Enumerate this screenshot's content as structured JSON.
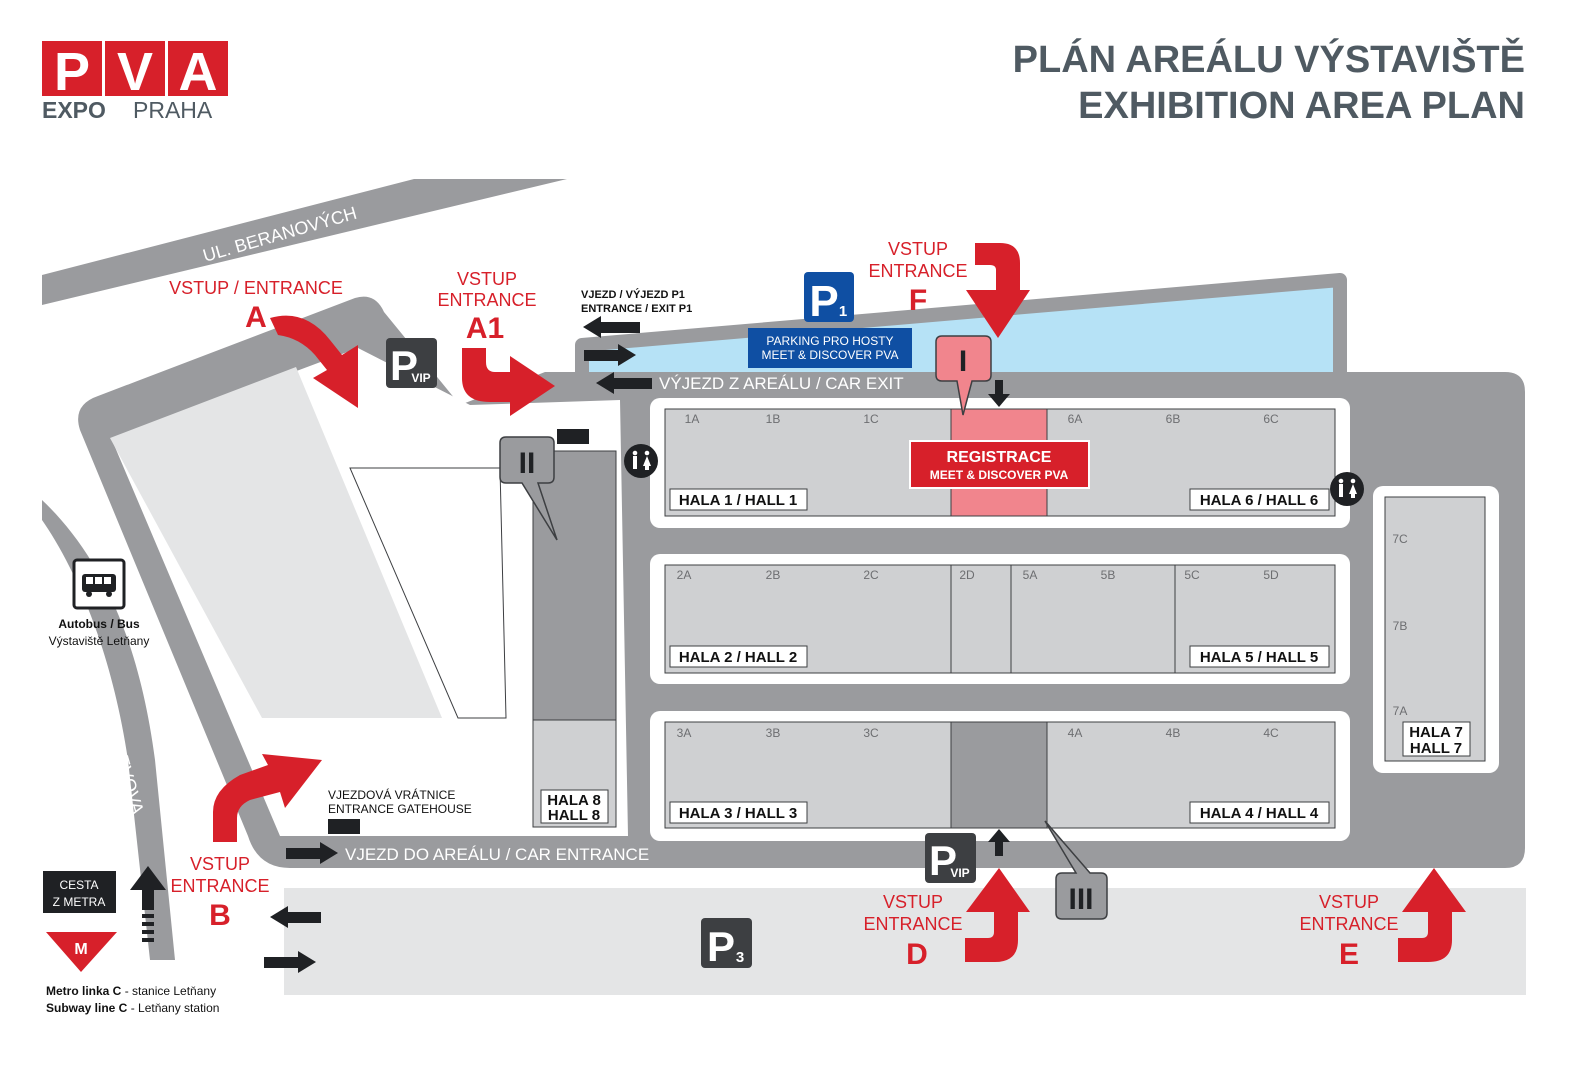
{
  "logo": {
    "letters": [
      "P",
      "V",
      "A"
    ],
    "word1": "EXPO",
    "word2": "PRAHA"
  },
  "title": {
    "line1": "PLÁN AREÁLU VÝSTAVIŠTĚ",
    "line2": "EXHIBITION AREA PLAN"
  },
  "streets": {
    "beranovych": "UL. BERANOVÝCH",
    "tupolevova": "UL. TUPOLEVOVA"
  },
  "entrances": {
    "a": {
      "line1": "VSTUP / ENTRANCE",
      "letter": "A"
    },
    "a1": {
      "line1": "VSTUP",
      "line2": "ENTRANCE",
      "letter": "A1"
    },
    "f": {
      "line1": "VSTUP",
      "line2": "ENTRANCE",
      "letter": "F"
    },
    "b": {
      "line1": "VSTUP",
      "line2": "ENTRANCE",
      "letter": "B"
    },
    "d": {
      "line1": "VSTUP",
      "line2": "ENTRANCE",
      "letter": "D"
    },
    "e": {
      "line1": "VSTUP",
      "line2": "ENTRANCE",
      "letter": "E"
    }
  },
  "roads": {
    "p1_line1": "VJEZD / VÝJEZD P1",
    "p1_line2": "ENTRANCE / EXIT P1",
    "car_exit": "VÝJEZD Z AREÁLU / CAR EXIT",
    "car_entrance": "VJEZD DO AREÁLU / CAR ENTRANCE",
    "gatehouse_line1": "VJEZDOVÁ VRÁTNICE",
    "gatehouse_line2": "ENTRANCE GATEHOUSE"
  },
  "parking": {
    "p1_letter": "P",
    "p1_sub": "1",
    "p3_letter": "P",
    "p3_sub": "3",
    "vip_letter": "P",
    "vip_sub": "VIP",
    "guests_line1": "PARKING PRO HOSTY",
    "guests_line2": "MEET & DISCOVER PVA"
  },
  "registration": {
    "line1": "REGISTRACE",
    "line2": "MEET & DISCOVER PVA"
  },
  "gates": {
    "i": "I",
    "ii": "II",
    "iii": "III"
  },
  "halls": {
    "row1": {
      "label_left": "HALA 1 / HALL 1",
      "label_right": "HALA 6 / HALL 6",
      "sections": [
        "1A",
        "1B",
        "1C",
        "6A",
        "6B",
        "6C"
      ]
    },
    "row2": {
      "label_left": "HALA 2 / HALL 2",
      "label_right": "HALA 5 / HALL 5",
      "sections": [
        "2A",
        "2B",
        "2C",
        "2D",
        "5A",
        "5B",
        "5C",
        "5D"
      ]
    },
    "row3": {
      "label_left": "HALA 3 / HALL 3",
      "label_right": "HALA 4 / HALL 4",
      "sections": [
        "3A",
        "3B",
        "3C",
        "4A",
        "4B",
        "4C"
      ]
    },
    "hall7": {
      "line1": "HALA 7",
      "line2": "HALL 7",
      "sections": [
        "7C",
        "7B",
        "7A"
      ]
    },
    "hall8": {
      "line1": "HALA 8",
      "line2": "HALL 8"
    }
  },
  "transport": {
    "bus_line1": "Autobus / Bus",
    "bus_line2": "Výstaviště Letňany",
    "metro_sign_line1": "CESTA",
    "metro_sign_line2": "Z METRA",
    "metro_sign_letter": "M",
    "metro_line1_bold": "Metro linka C",
    "metro_line1_rest": " - stanice Letňany",
    "metro_line2_bold": "Subway line C",
    "metro_line2_rest": " - Letňany station"
  },
  "colors": {
    "brand_red": "#d7202a",
    "title_gray": "#4f5a62",
    "road_gray": "#9a9b9e",
    "hall_fill": "#cfd0d2",
    "parking_blue": "#0f4fa3",
    "water_blue": "#b6e2f6",
    "registration_pink": "#f1858d",
    "dark_sign": "#3d3f42"
  }
}
